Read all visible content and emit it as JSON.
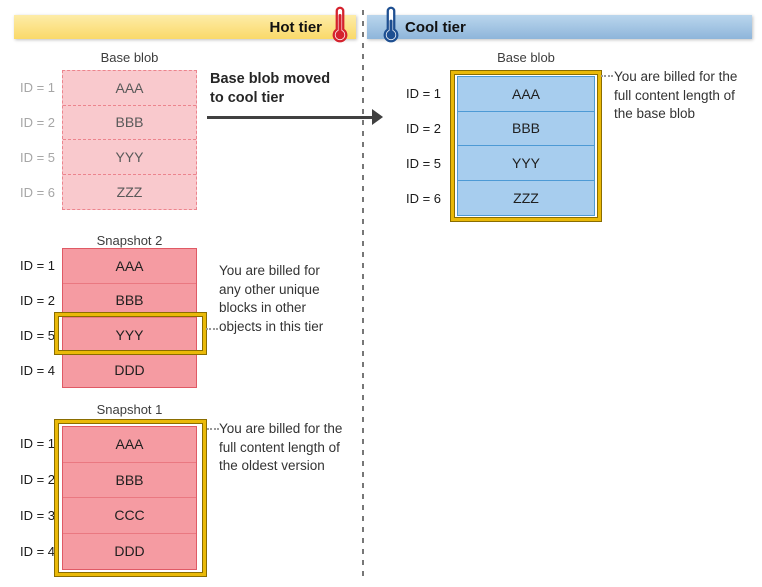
{
  "header": {
    "hot": {
      "label": "Hot tier",
      "icon": "thermometer-hot-icon"
    },
    "cool": {
      "label": "Cool tier",
      "icon": "thermometer-cool-icon"
    }
  },
  "arrow": {
    "label": "Base blob moved\nto cool tier"
  },
  "hot_tier": {
    "base_blob": {
      "title": "Base blob",
      "rows": [
        {
          "id": "ID = 1",
          "value": "AAA"
        },
        {
          "id": "ID = 2",
          "value": "BBB"
        },
        {
          "id": "ID = 5",
          "value": "YYY"
        },
        {
          "id": "ID = 6",
          "value": "ZZZ"
        }
      ]
    },
    "snapshot2": {
      "title": "Snapshot 2",
      "rows": [
        {
          "id": "ID = 1",
          "value": "AAA"
        },
        {
          "id": "ID = 2",
          "value": "BBB"
        },
        {
          "id": "ID = 5",
          "value": "YYY"
        },
        {
          "id": "ID = 4",
          "value": "DDD"
        }
      ],
      "highlighted_row": "ID = 5",
      "note": "You are billed for\nany other unique\nblocks in other\nobjects in this tier"
    },
    "snapshot1": {
      "title": "Snapshot 1",
      "rows": [
        {
          "id": "ID = 1",
          "value": "AAA"
        },
        {
          "id": "ID = 2",
          "value": "BBB"
        },
        {
          "id": "ID = 3",
          "value": "CCC"
        },
        {
          "id": "ID = 4",
          "value": "DDD"
        }
      ],
      "highlighted": "whole table",
      "note": "You are billed for the\nfull content length of\nthe oldest version"
    }
  },
  "cool_tier": {
    "base_blob": {
      "title": "Base blob",
      "rows": [
        {
          "id": "ID = 1",
          "value": "AAA"
        },
        {
          "id": "ID = 2",
          "value": "BBB"
        },
        {
          "id": "ID = 5",
          "value": "YYY"
        },
        {
          "id": "ID = 6",
          "value": "ZZZ"
        }
      ],
      "highlighted": "whole table",
      "note": "You are billed for the\nfull content length of\nthe base blob"
    }
  },
  "colors": {
    "hot-bar-top": "#fdeca8",
    "hot-bar-bottom": "#fad969",
    "cool-bar-top": "#bad6ed",
    "cool-bar-bottom": "#8eb5da",
    "pink-fill": "#f59ba2",
    "pink-border": "#e05a65",
    "pink-divider": "#ea7881",
    "pink-light-fill": "#f9c9cd",
    "pink-dash": "#ec848d",
    "blue-fill": "#a7cdee",
    "blue-border": "#4d9ad5",
    "gold": "#eab908",
    "gold-dark": "#8a6d00",
    "thermo-hot": "#d5222d",
    "thermo-cool": "#1e4f91",
    "arrow": "#404040"
  }
}
